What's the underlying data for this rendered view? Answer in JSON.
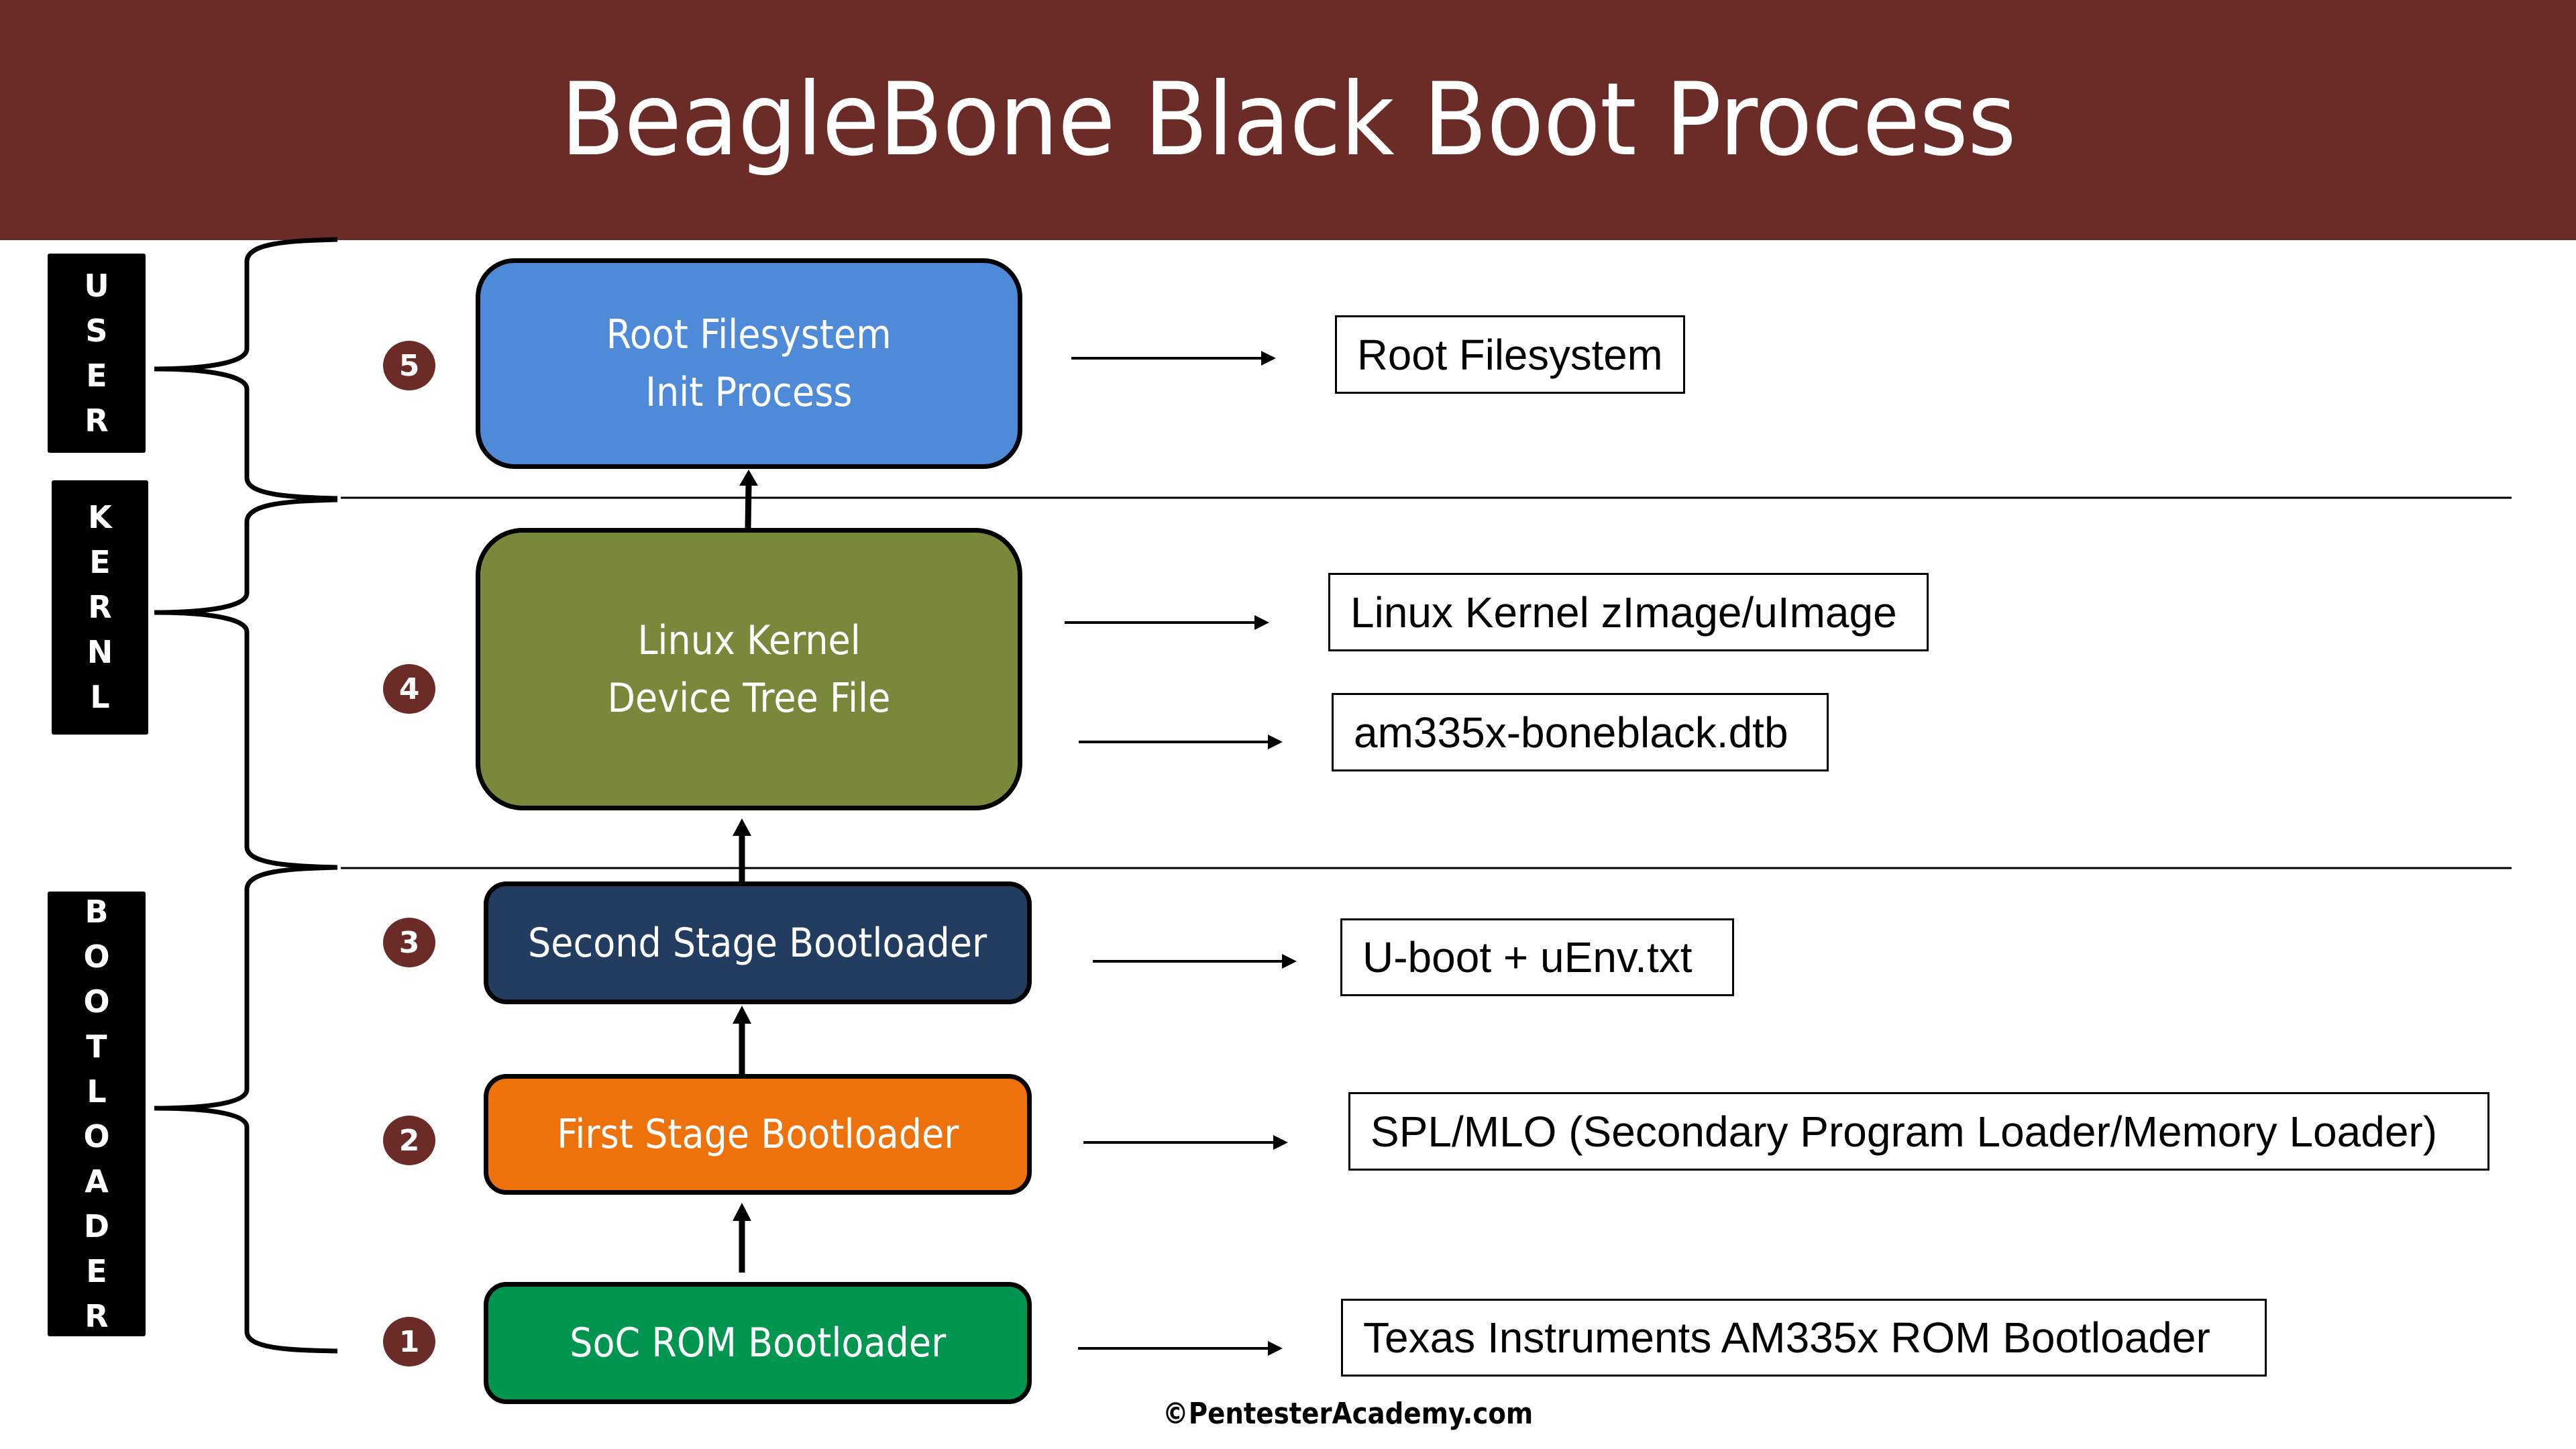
{
  "title": "BeagleBone Black Boot Process",
  "colors": {
    "header": "#6B2B27",
    "badge": "#6B2B27",
    "stage_root": "#4F8AD9",
    "stage_kernel": "#78893C",
    "stage_second": "#233D60",
    "stage_first": "#EE720B",
    "stage_rom": "#009650"
  },
  "lanes": [
    {
      "id": "user",
      "letters": [
        "U",
        "S",
        "E",
        "R"
      ]
    },
    {
      "id": "kernel",
      "letters": [
        "K",
        "E",
        "R",
        "N",
        "L"
      ]
    },
    {
      "id": "bootloader",
      "letters": [
        "B",
        "O",
        "O",
        "T",
        "L",
        "O",
        "A",
        "D",
        "E",
        "R"
      ]
    }
  ],
  "stages": [
    {
      "step": "5",
      "lines": [
        "Root Filesystem",
        "Init Process"
      ],
      "outputs": [
        "Root Filesystem"
      ]
    },
    {
      "step": "4",
      "lines": [
        "Linux Kernel",
        "Device Tree File"
      ],
      "outputs": [
        "Linux Kernel zImage/uImage",
        "am335x-boneblack.dtb"
      ]
    },
    {
      "step": "3",
      "lines": [
        "Second Stage Bootloader"
      ],
      "outputs": [
        "U-boot + uEnv.txt"
      ]
    },
    {
      "step": "2",
      "lines": [
        "First Stage Bootloader"
      ],
      "outputs": [
        "SPL/MLO  (Secondary Program Loader/Memory Loader)"
      ]
    },
    {
      "step": "1",
      "lines": [
        "SoC ROM Bootloader"
      ],
      "outputs": [
        "Texas Instruments AM335x  ROM Bootloader"
      ]
    }
  ],
  "copyright": "©PentesterAcademy.com"
}
